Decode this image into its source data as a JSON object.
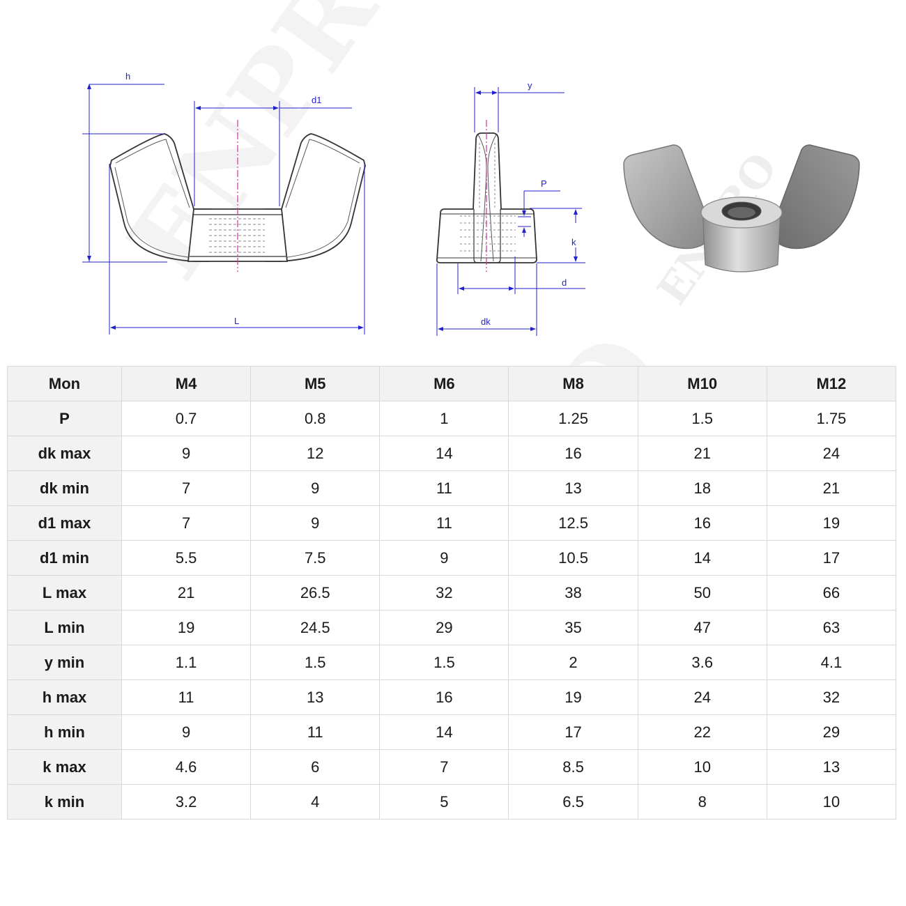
{
  "drawing": {
    "front_view": {
      "labels": {
        "h": "h",
        "d1": "d1",
        "L": "L"
      }
    },
    "side_view": {
      "labels": {
        "y": "y",
        "p": "P",
        "k": "k",
        "d": "d",
        "dk": "dk"
      }
    },
    "product_photo": {
      "alt": "wing nut"
    },
    "watermark": "ENPRO",
    "colors": {
      "dimension_line": "#2222cc",
      "center_line": "#cc3399",
      "outline": "#333333"
    }
  },
  "table": {
    "header": [
      "Mon",
      "M4",
      "M5",
      "M6",
      "M8",
      "M10",
      "M12"
    ],
    "rows": [
      {
        "label": "P",
        "values": [
          "0.7",
          "0.8",
          "1",
          "1.25",
          "1.5",
          "1.75"
        ]
      },
      {
        "label": "dk max",
        "values": [
          "9",
          "12",
          "14",
          "16",
          "21",
          "24"
        ]
      },
      {
        "label": "dk min",
        "values": [
          "7",
          "9",
          "11",
          "13",
          "18",
          "21"
        ]
      },
      {
        "label": "d1 max",
        "values": [
          "7",
          "9",
          "11",
          "12.5",
          "16",
          "19"
        ]
      },
      {
        "label": "d1 min",
        "values": [
          "5.5",
          "7.5",
          "9",
          "10.5",
          "14",
          "17"
        ]
      },
      {
        "label": "L max",
        "values": [
          "21",
          "26.5",
          "32",
          "38",
          "50",
          "66"
        ]
      },
      {
        "label": "L min",
        "values": [
          "19",
          "24.5",
          "29",
          "35",
          "47",
          "63"
        ]
      },
      {
        "label": "y min",
        "values": [
          "1.1",
          "1.5",
          "1.5",
          "2",
          "3.6",
          "4.1"
        ]
      },
      {
        "label": "h max",
        "values": [
          "11",
          "13",
          "16",
          "19",
          "24",
          "32"
        ]
      },
      {
        "label": "h min",
        "values": [
          "9",
          "11",
          "14",
          "17",
          "22",
          "29"
        ]
      },
      {
        "label": "k max",
        "values": [
          "4.6",
          "6",
          "7",
          "8.5",
          "10",
          "13"
        ]
      },
      {
        "label": "k min",
        "values": [
          "3.2",
          "4",
          "5",
          "6.5",
          "8",
          "10"
        ]
      }
    ]
  }
}
